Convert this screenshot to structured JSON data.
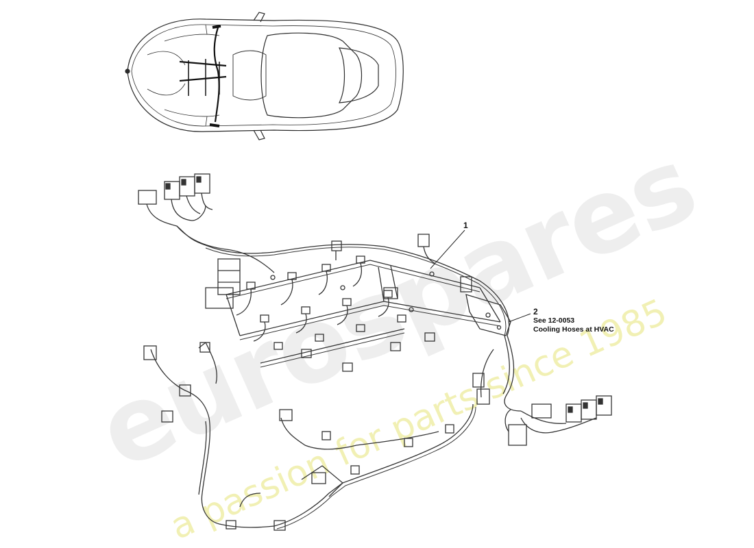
{
  "watermark": {
    "brand": "eurospares",
    "tagline": "a passion for parts since 1985"
  },
  "callouts": [
    {
      "number": "1",
      "text_lines": []
    },
    {
      "number": "2",
      "text_lines": [
        "See 12-0053",
        "Cooling Hoses at HVAC"
      ]
    }
  ],
  "colors": {
    "line": "#2a2a2a",
    "harness": "#333333",
    "watermark_grey": "#eeeeee",
    "watermark_yellow": "#f1f0b4"
  }
}
